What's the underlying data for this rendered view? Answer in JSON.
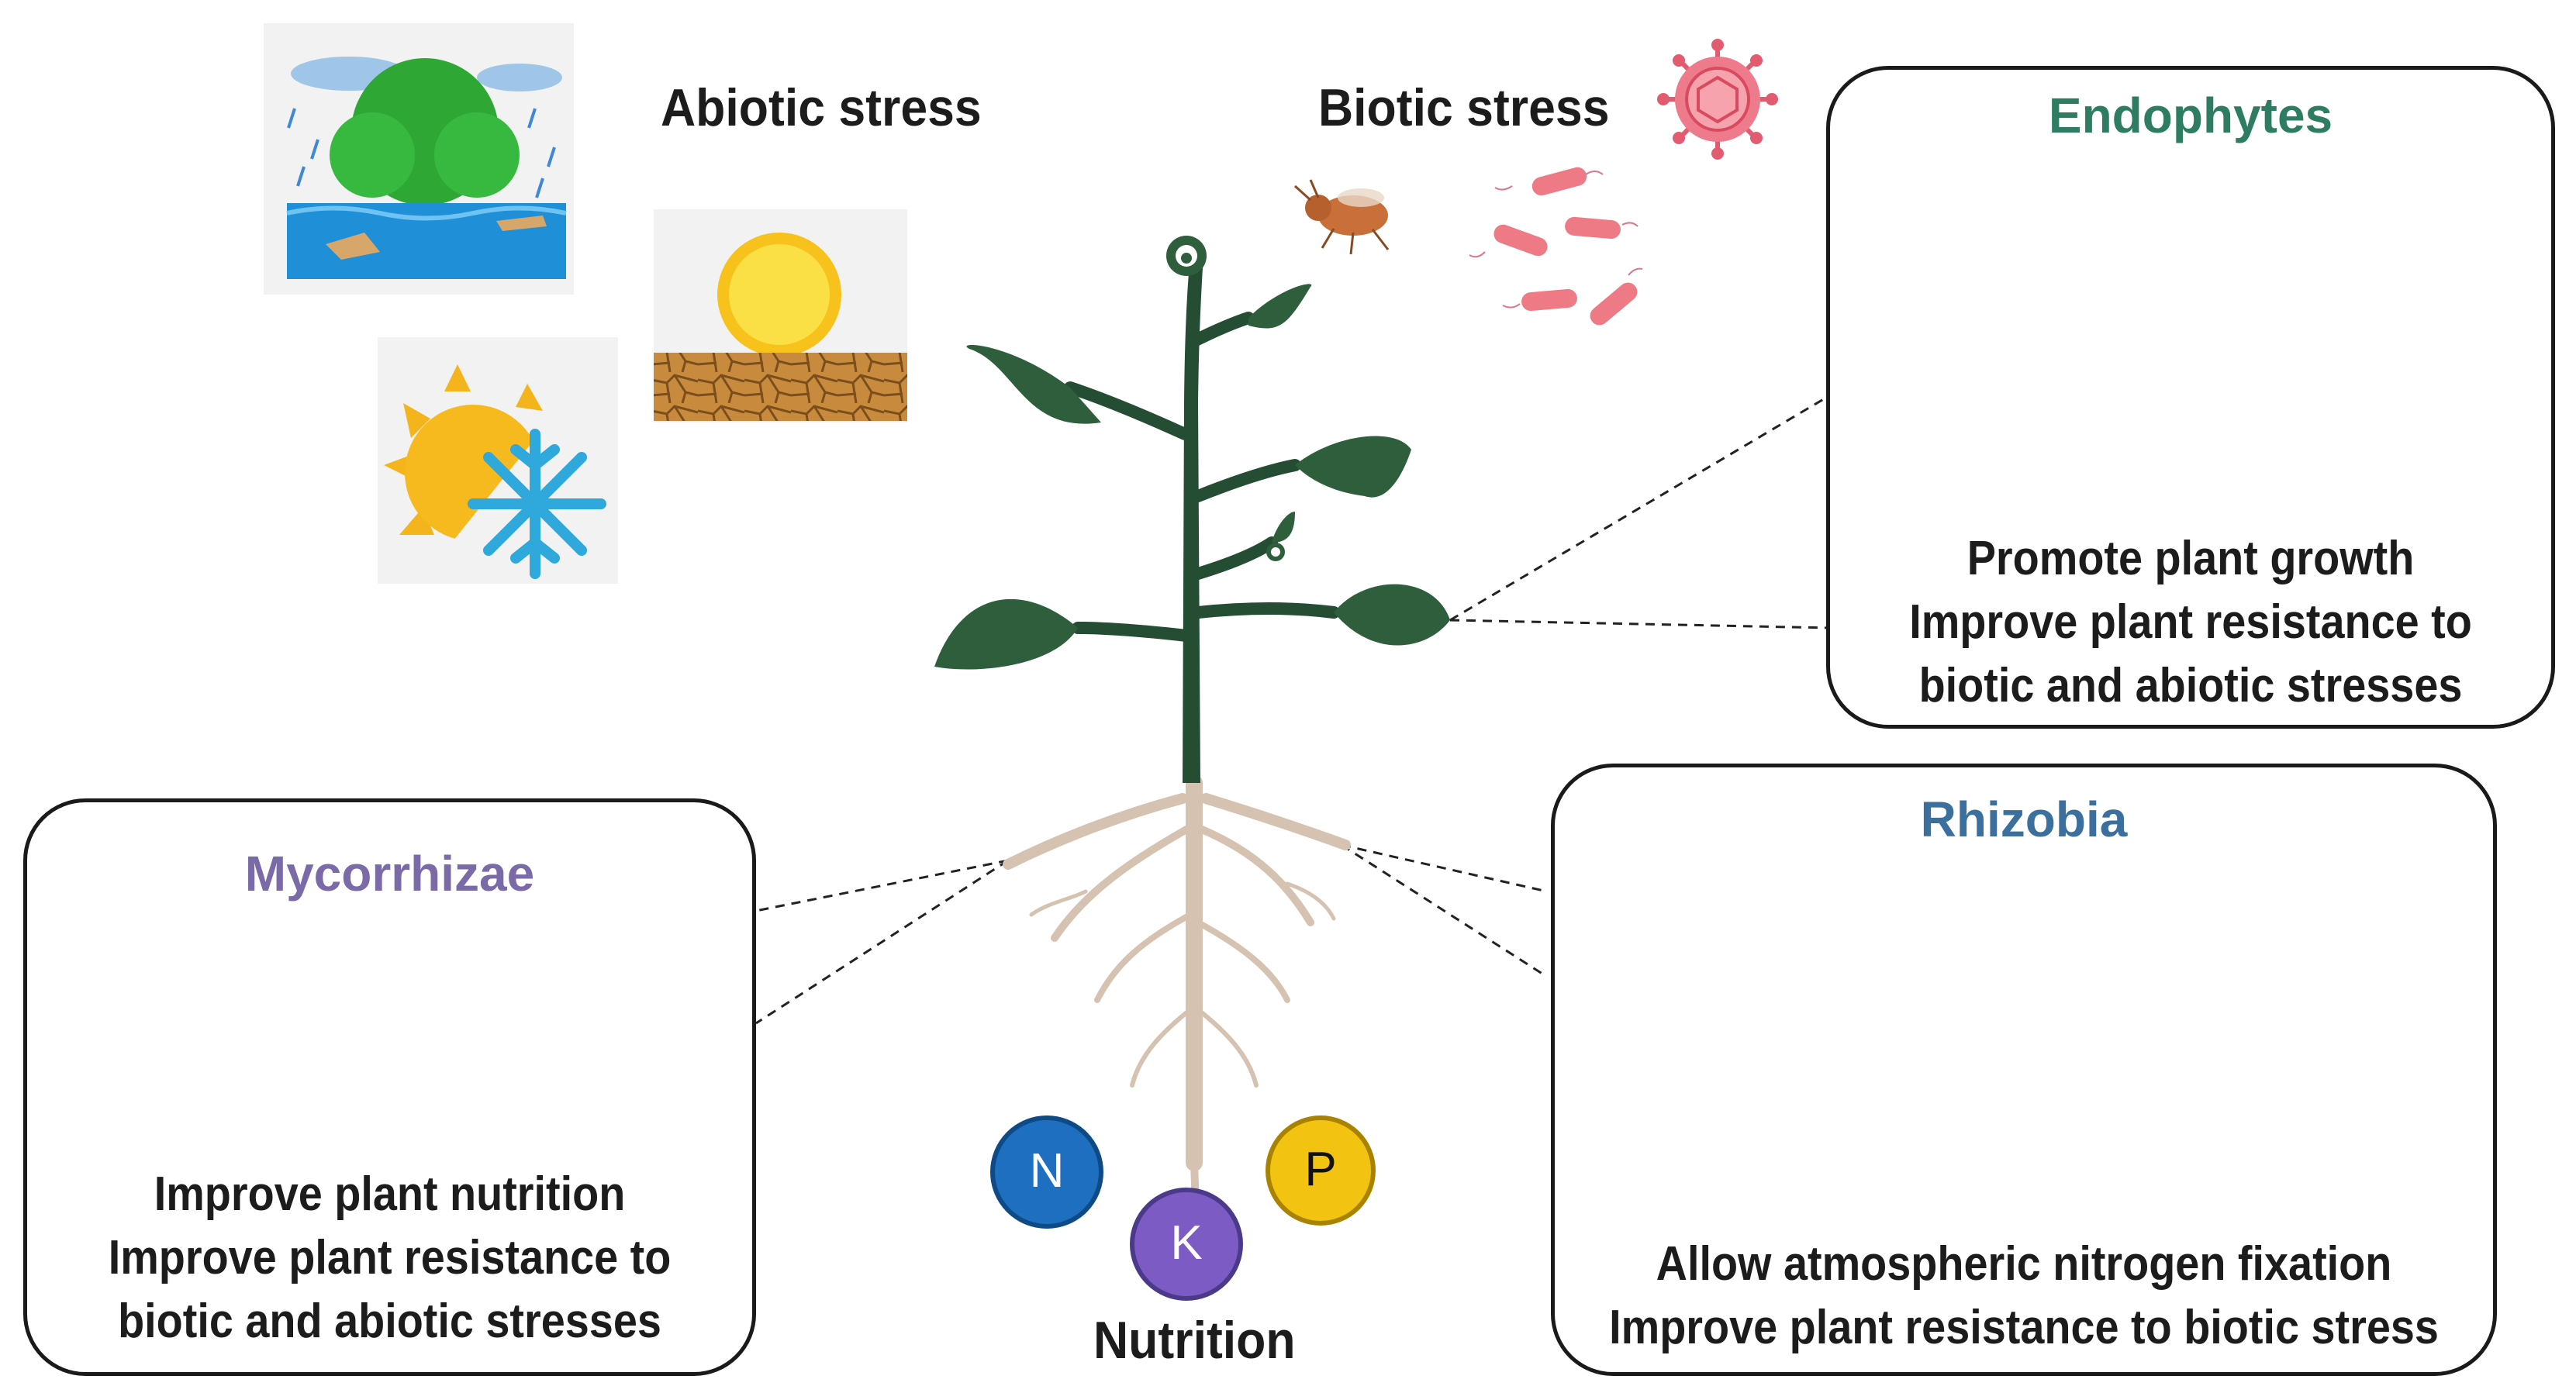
{
  "stress": {
    "abiotic_label": "Abiotic stress",
    "biotic_label": "Biotic stress"
  },
  "endophytes": {
    "title": "Endophytes",
    "lines": [
      "Promote plant growth",
      "Improve plant resistance to",
      "biotic and abiotic stresses"
    ]
  },
  "mycorrhizae": {
    "title": "Mycorrhizae",
    "lines": [
      "Improve plant nutrition",
      "Improve plant resistance to",
      "biotic and abiotic stresses"
    ]
  },
  "rhizobia": {
    "title": "Rhizobia",
    "lines": [
      "Allow atmospheric nitrogen fixation",
      "Improve plant resistance to biotic stress"
    ]
  },
  "nutrition": {
    "label": "Nutrition",
    "nutrients": [
      {
        "symbol": "N",
        "color": "#1f6fc0"
      },
      {
        "symbol": "K",
        "color": "#7c5cc4"
      },
      {
        "symbol": "P",
        "color": "#f2c311"
      }
    ]
  },
  "colors": {
    "endophytes_title": "#2e7d63",
    "mycorrhizae_title": "#7b6aa8",
    "rhizobia_title": "#3a6f9e",
    "leaf": "#2f5e3c",
    "stem": "#244d33",
    "root": "#d4bfae",
    "tissue_pink": "#f6c9a4",
    "rhizobia_orange": "#f39a55"
  }
}
